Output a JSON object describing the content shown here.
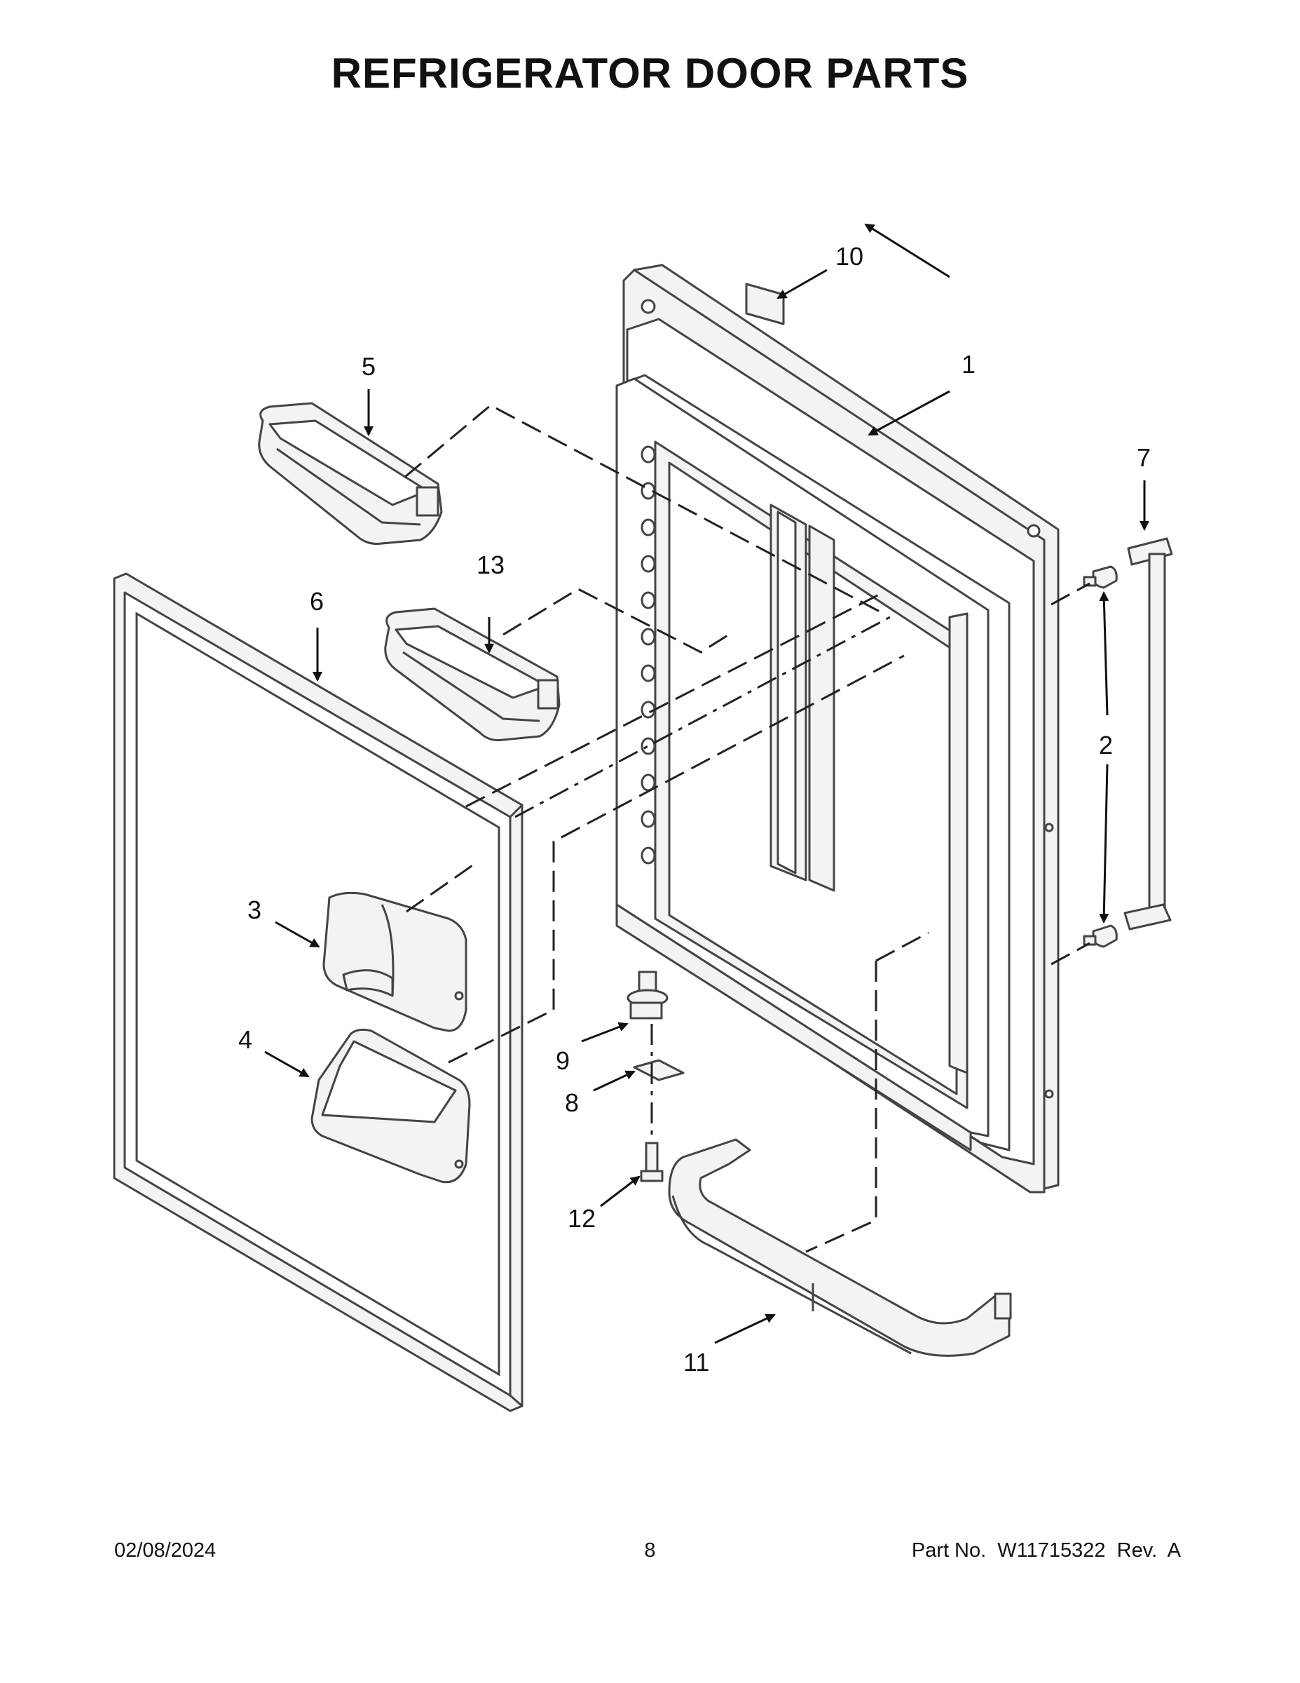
{
  "page": {
    "title": "REFRIGERATOR DOOR PARTS",
    "footer_date": "02/08/2024",
    "footer_page": "8",
    "footer_part": "Part No.  W11715322  Rev.  A"
  },
  "callouts": {
    "c1": "1",
    "c2": "2",
    "c3": "3",
    "c4": "4",
    "c5": "5",
    "c6": "6",
    "c7": "7",
    "c8": "8",
    "c9": "9",
    "c10": "10",
    "c11": "11",
    "c12": "12",
    "c13": "13"
  }
}
